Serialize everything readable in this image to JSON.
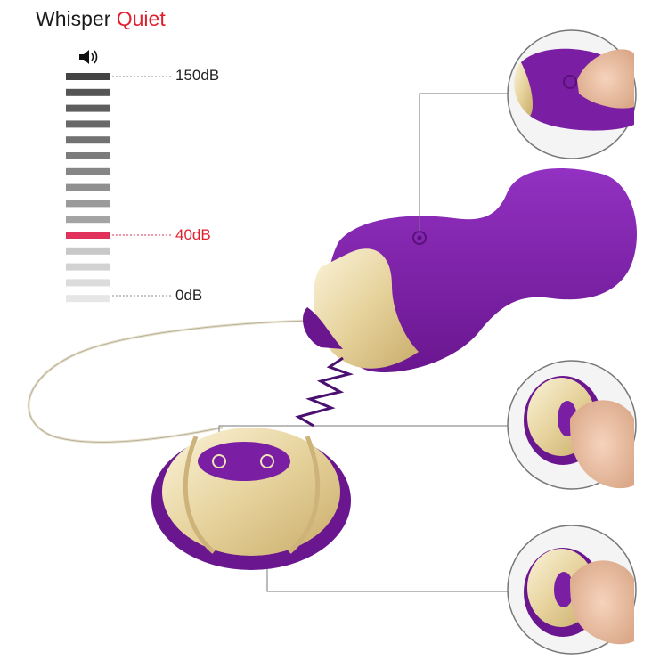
{
  "title": {
    "word": "Whisper",
    "accent": "Quiet"
  },
  "meter": {
    "icon": "speaker-volume-icon",
    "labels": {
      "max": "150dB",
      "mid": "40dB",
      "min": "0dB"
    },
    "highlight_color": "#e0325a"
  },
  "colors": {
    "product_purple": "#7a1fa3",
    "product_gold": "#e8d9a8",
    "accent_red": "#e0202e"
  }
}
